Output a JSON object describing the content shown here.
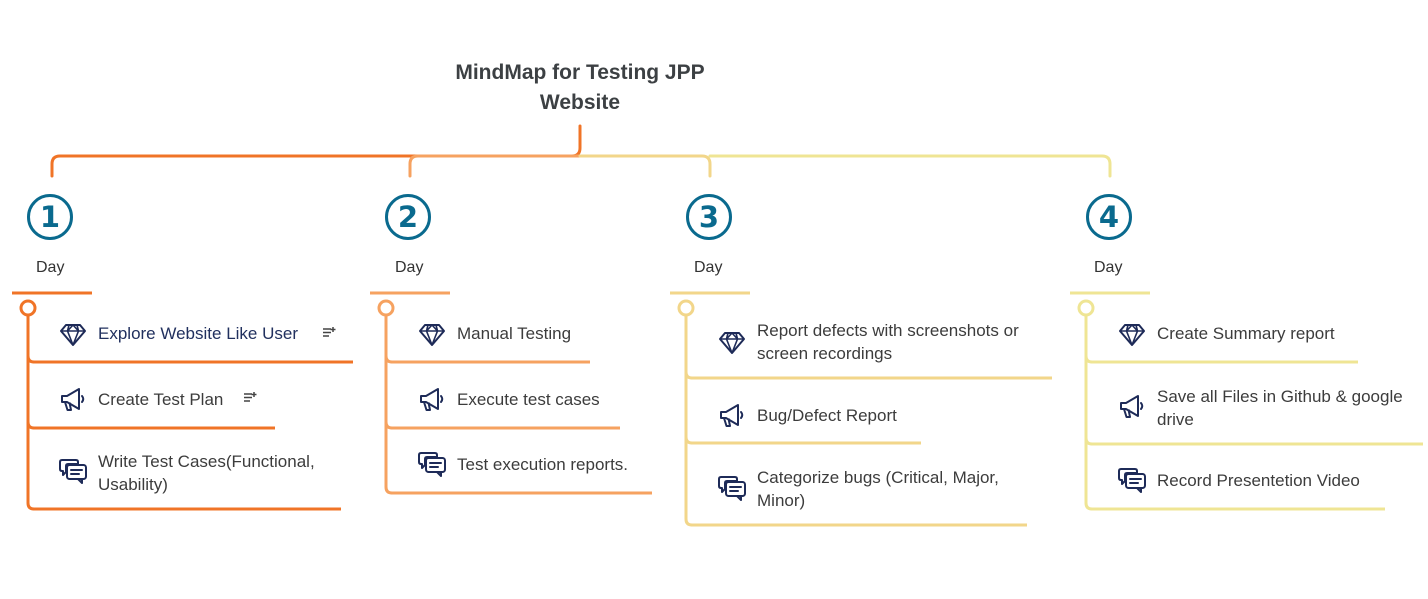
{
  "title": [
    "MindMap for Testing JPP",
    "Website"
  ],
  "colors": {
    "badge": "#0a6a8e",
    "day1": "#f07427",
    "day2": "#f6a260",
    "day3": "#f2d68a",
    "day4": "#efe594",
    "icon": "#1e2b58"
  },
  "days": [
    {
      "number": "1",
      "label": "Day",
      "items": [
        {
          "lines": [
            "Explore Website Like User"
          ],
          "icon": "diamond-icon",
          "has_note": true
        },
        {
          "lines": [
            "Create Test Plan"
          ],
          "icon": "megaphone-icon",
          "has_note": true
        },
        {
          "lines": [
            "Write Test Cases(Functional,",
            "Usability)"
          ],
          "icon": "chat-bubbles-icon"
        }
      ]
    },
    {
      "number": "2",
      "label": "Day",
      "items": [
        {
          "lines": [
            "Manual Testing"
          ],
          "icon": "diamond-icon"
        },
        {
          "lines": [
            "Execute test cases"
          ],
          "icon": "megaphone-icon"
        },
        {
          "lines": [
            "Test execution reports."
          ],
          "icon": "chat-bubbles-icon"
        }
      ]
    },
    {
      "number": "3",
      "label": "Day",
      "items": [
        {
          "lines": [
            "Report defects with screenshots or",
            "screen recordings"
          ],
          "icon": "diamond-icon"
        },
        {
          "lines": [
            "Bug/Defect Report"
          ],
          "icon": "megaphone-icon"
        },
        {
          "lines": [
            "Categorize bugs (Critical, Major,",
            "Minor)"
          ],
          "icon": "chat-bubbles-icon"
        }
      ]
    },
    {
      "number": "4",
      "label": "Day",
      "items": [
        {
          "lines": [
            "Create Summary report"
          ],
          "icon": "diamond-icon"
        },
        {
          "lines": [
            "Save all Files in Github & google",
            "drive"
          ],
          "icon": "megaphone-icon"
        },
        {
          "lines": [
            "Record Presentetion Video"
          ],
          "icon": "chat-bubbles-icon"
        }
      ]
    }
  ]
}
